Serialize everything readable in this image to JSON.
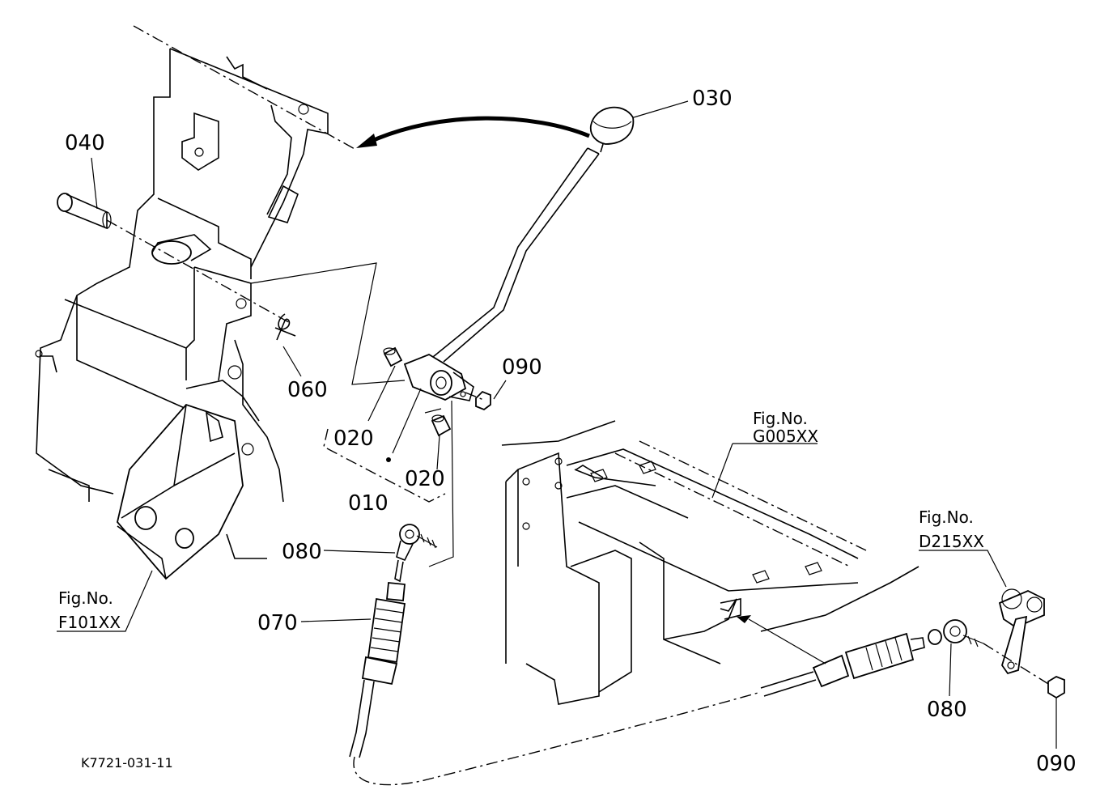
{
  "parts": {
    "p010": "010",
    "p020a": "020",
    "p020b": "020",
    "p030": "030",
    "p040": "040",
    "p060": "060",
    "p070": "070",
    "p080a": "080",
    "p080b": "080",
    "p090a": "090",
    "p090b": "090"
  },
  "figrefs": {
    "g005": {
      "line1": "Fig.No.",
      "line2": "G005XX"
    },
    "d215": {
      "line1": "Fig.No.",
      "line2": "D215XX"
    },
    "f101": {
      "line1": "Fig.No.",
      "line2": "F101XX"
    }
  },
  "drawing_code": "K7721-031-11"
}
